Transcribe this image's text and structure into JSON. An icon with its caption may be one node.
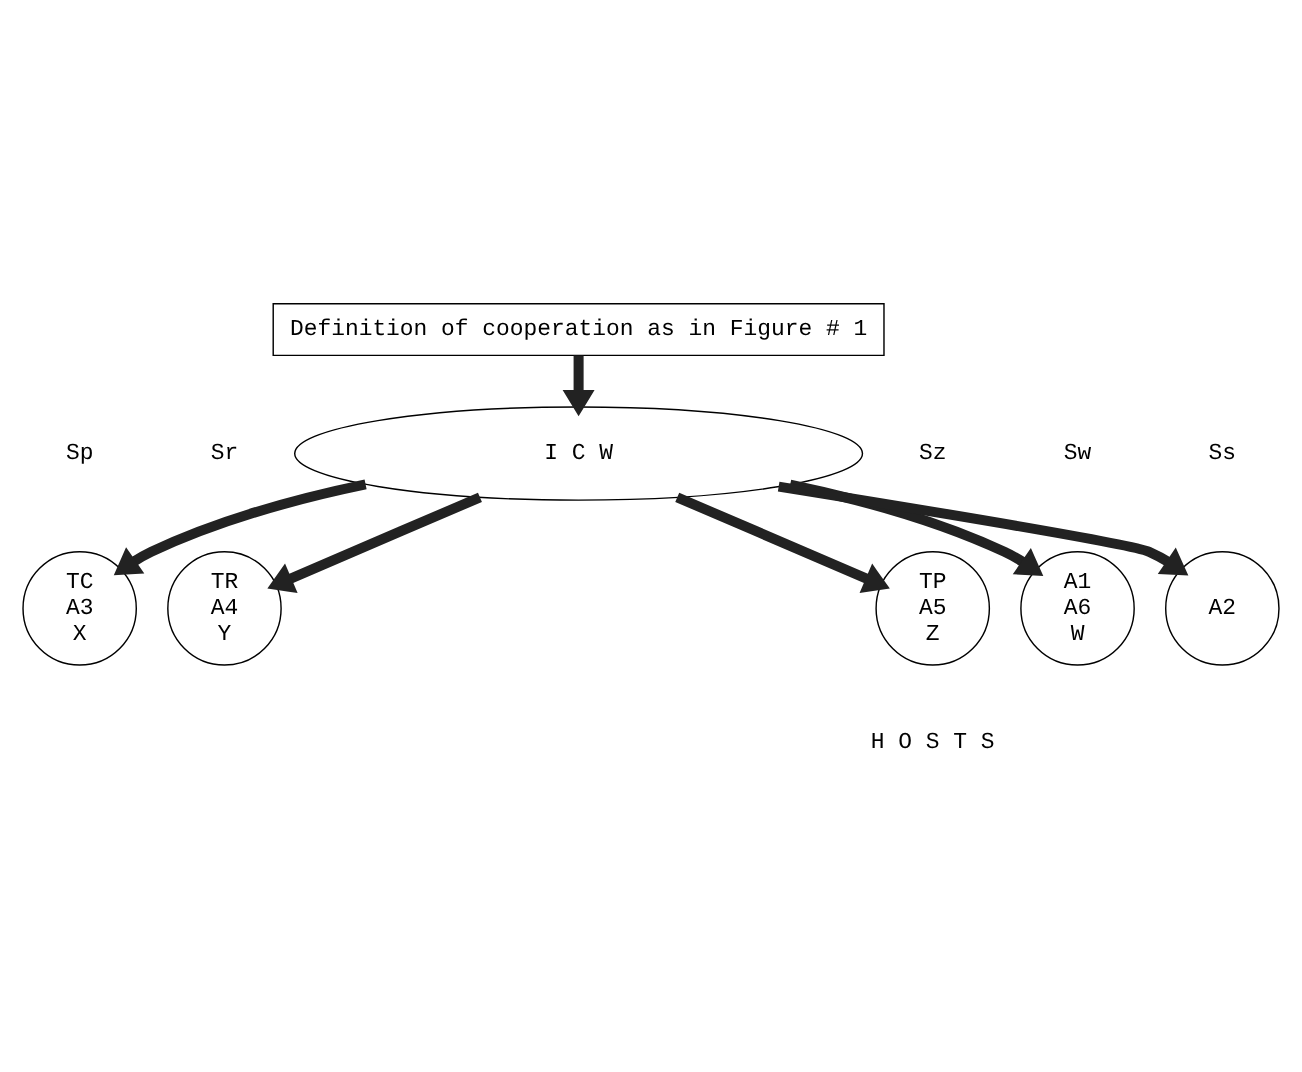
{
  "diagram": {
    "nodes": [
      {
        "text": [
          "Definition of cooperation as in Figure # 1"
        ]
      },
      {
        "text": [
          "I C W"
        ]
      },
      {
        "text": [
          "TC A3 X"
        ],
        "beside": [
          "Sp"
        ]
      },
      {
        "text": [
          "TR A4 Y"
        ],
        "beside": [
          "Sr"
        ]
      },
      {
        "text": [
          "TP A5 Z"
        ],
        "beside": [
          "Sz"
        ]
      },
      {
        "text": [
          "A1 A6 W"
        ],
        "beside": [
          "Sw"
        ]
      },
      {
        "text": [
          "A2"
        ],
        "beside": [
          "Ss"
        ]
      }
    ],
    "edges": [
      {
        "from": 0,
        "to": 1,
        "arrow": "to"
      },
      {
        "from": 1,
        "to": 2,
        "arrow": "to"
      },
      {
        "from": 1,
        "to": 3,
        "arrow": "to"
      },
      {
        "from": 1,
        "to": 4,
        "arrow": "to"
      },
      {
        "from": 1,
        "to": 5,
        "arrow": "to"
      },
      {
        "from": 1,
        "to": 6,
        "arrow": "to"
      }
    ],
    "labels": [
      "H O S T S"
    ]
  }
}
